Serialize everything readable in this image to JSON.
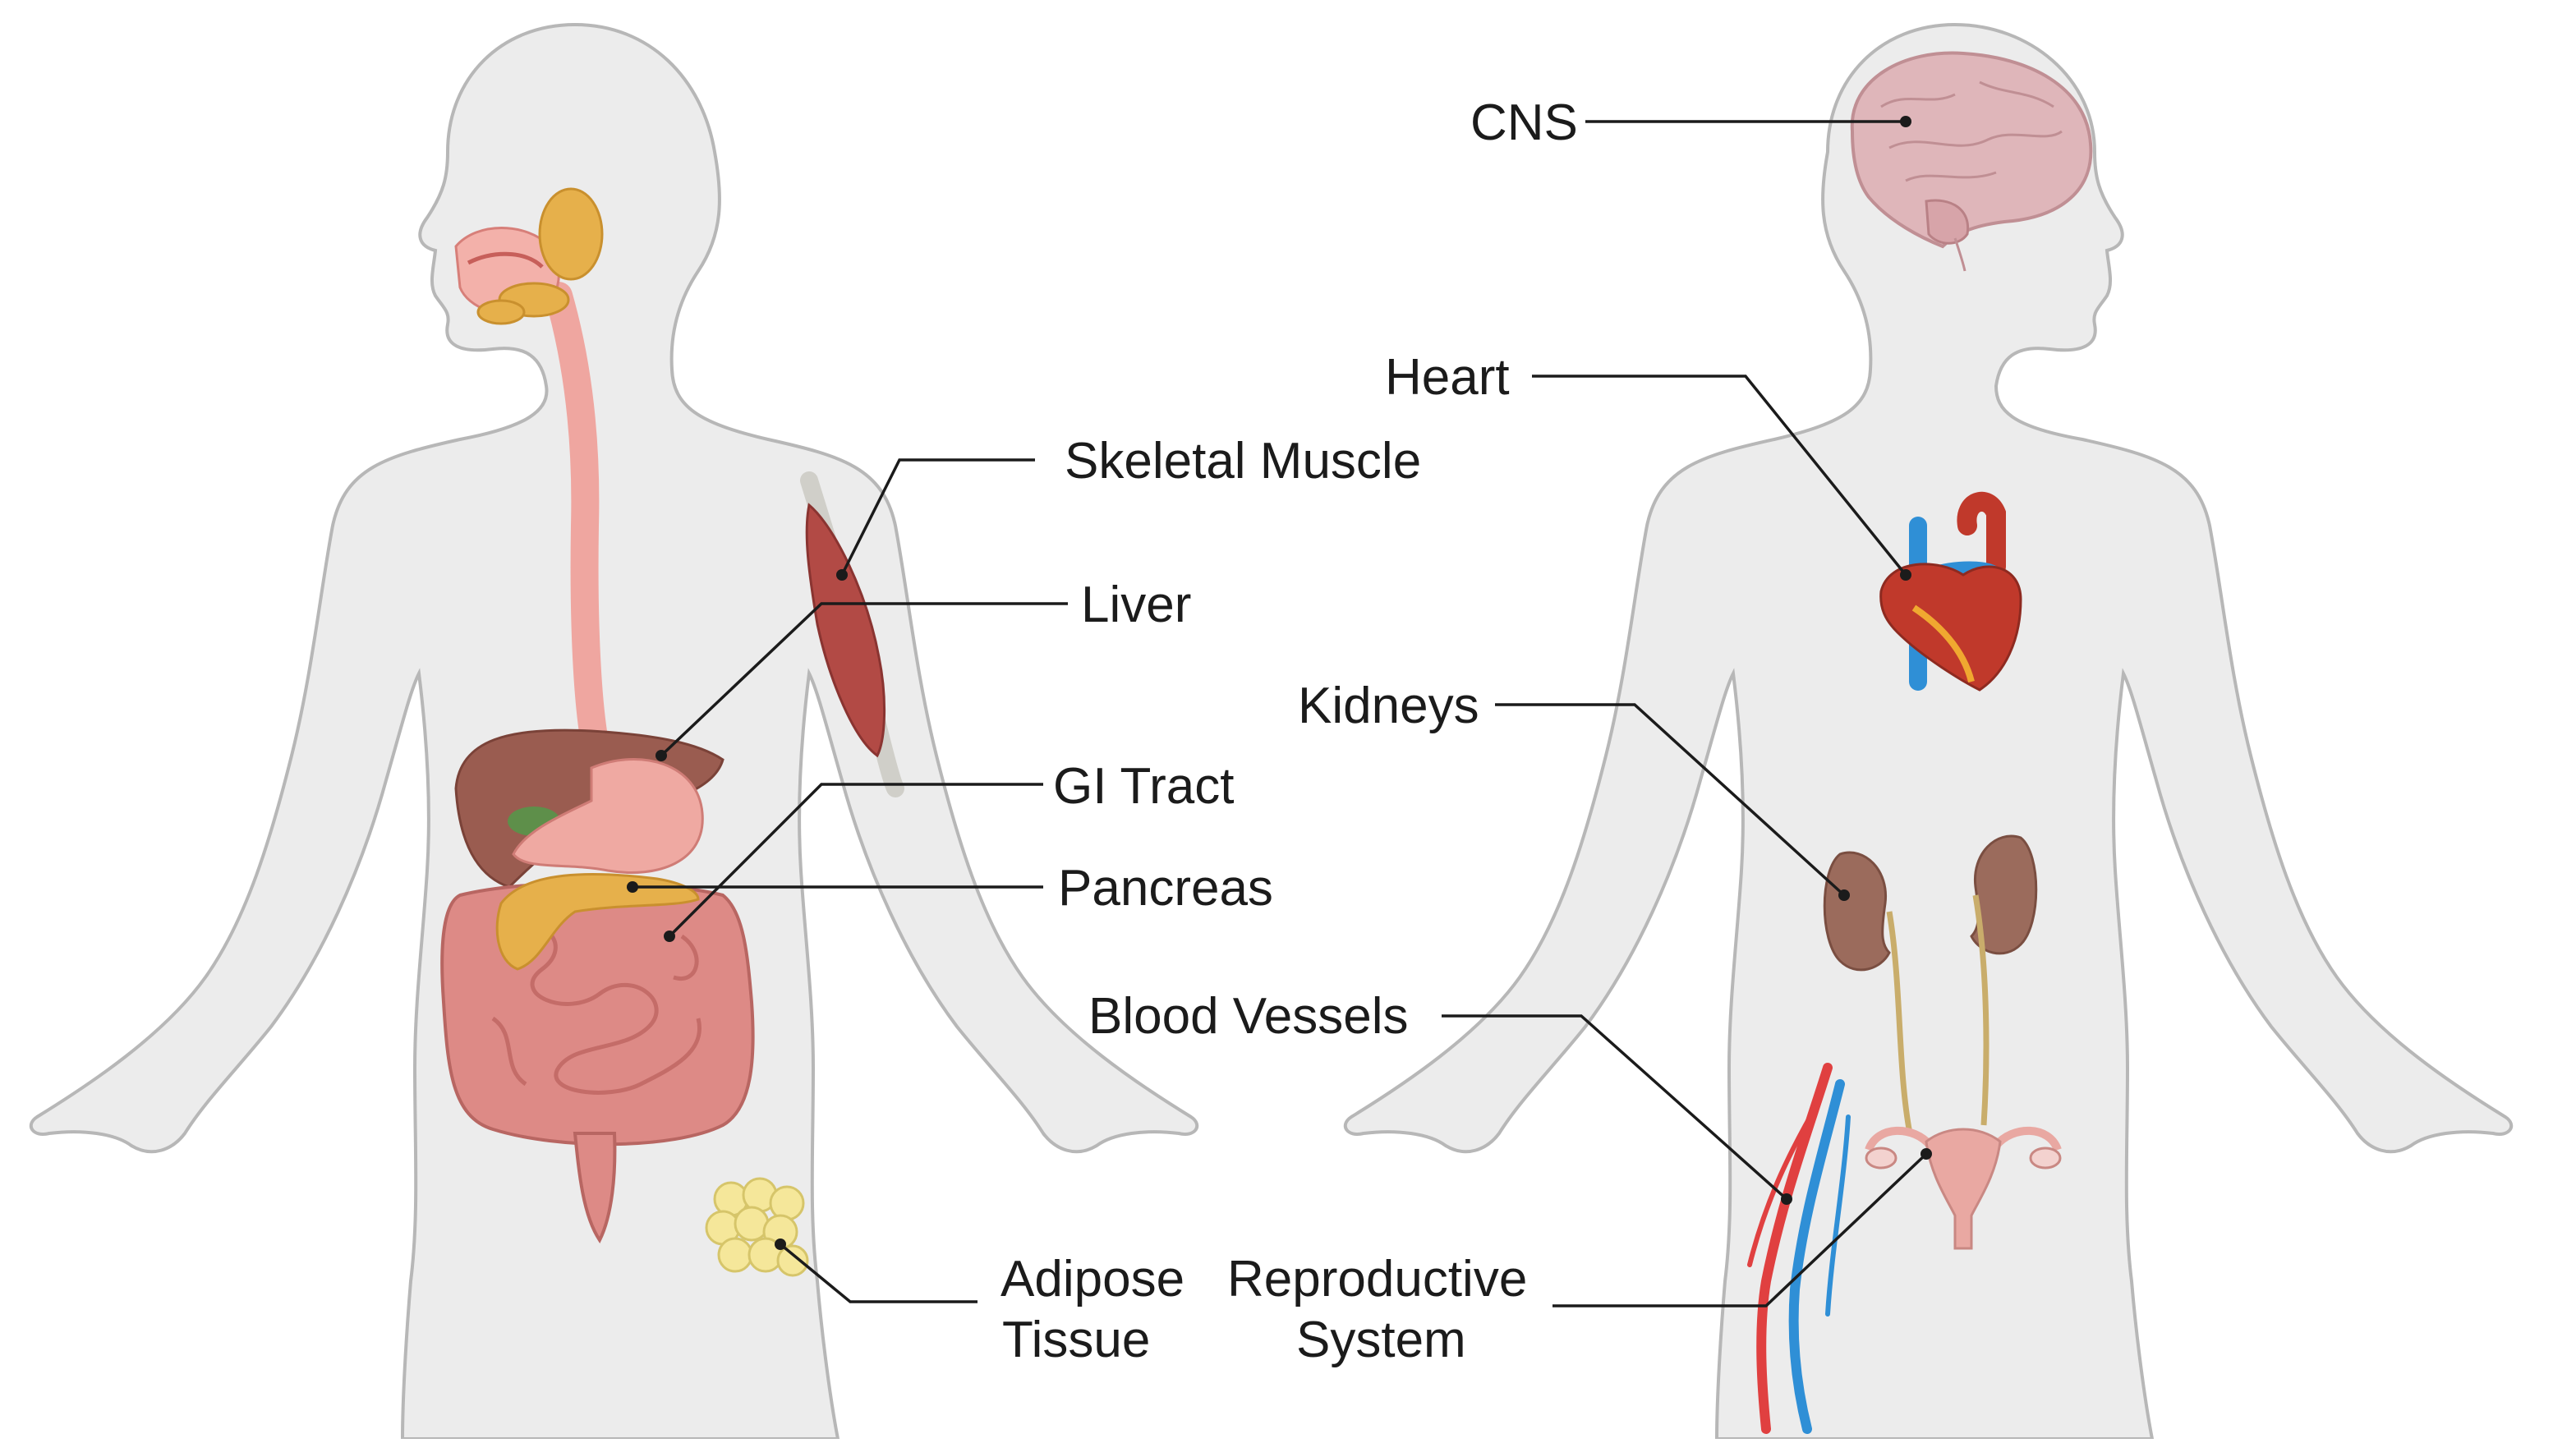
{
  "labels": {
    "skeletal_muscle": "Skeletal Muscle",
    "liver": "Liver",
    "gi_tract": "GI Tract",
    "pancreas": "Pancreas",
    "adipose_line1": "Adipose",
    "adipose_line2": "Tissue",
    "cns": "CNS",
    "heart": "Heart",
    "kidneys": "Kidneys",
    "blood_vessels": "Blood Vessels",
    "reproductive_line1": "Reproductive",
    "reproductive_line2": "System"
  },
  "colors": {
    "body": "#ececec",
    "outline": "#b7b7b7",
    "liver": "#9a5c50",
    "pancreas": "#e6b04b",
    "intestine": "#dd8a86",
    "esophagus": "#efa6a0",
    "gallbladder": "#5e8f4a",
    "muscle": "#b24a45",
    "adipose": "#f5e79a",
    "brain": "#dfb6ba",
    "heart": "#c0392b",
    "vein": "#2f8fd6",
    "artery": "#e04040",
    "kidney": "#9b6b5c",
    "ureter": "#c9ad6b",
    "uterus": "#e9a8a2"
  }
}
